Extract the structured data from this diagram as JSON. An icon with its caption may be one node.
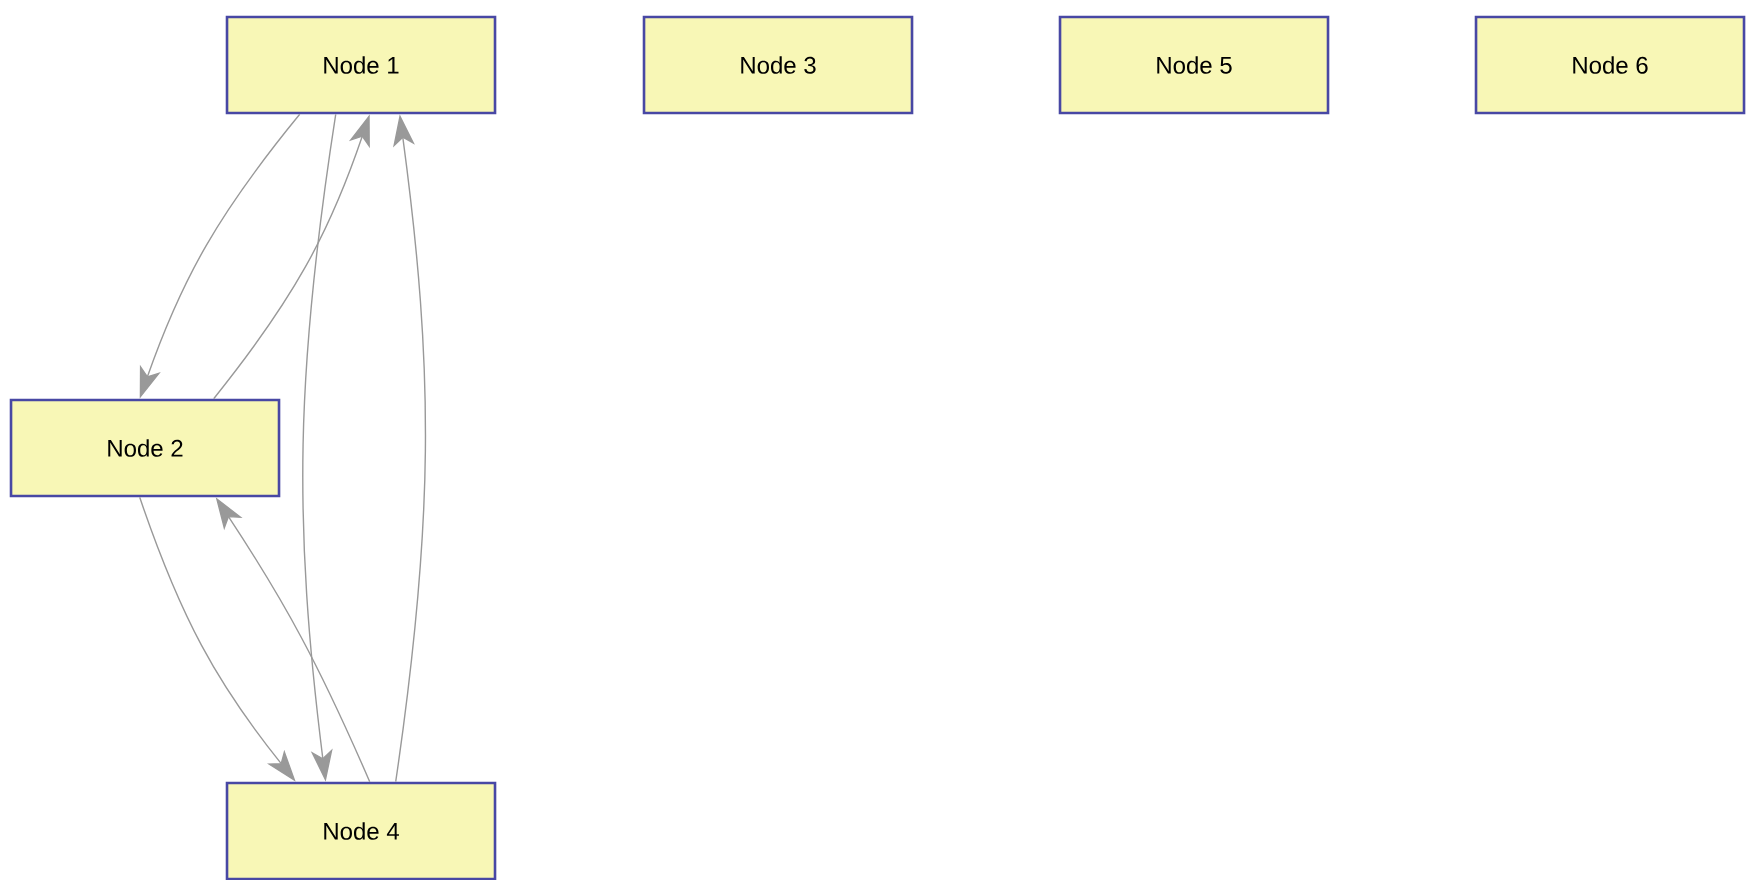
{
  "diagram": {
    "nodes": [
      {
        "text": [
          "Node 1"
        ]
      },
      {
        "text": [
          "Node 2"
        ]
      },
      {
        "text": [
          "Node 3"
        ]
      },
      {
        "text": [
          "Node 4"
        ]
      },
      {
        "text": [
          "Node 5"
        ]
      },
      {
        "text": [
          "Node 6"
        ]
      }
    ],
    "edges": [
      {
        "from": 0,
        "to": 1,
        "arrow": "to"
      },
      {
        "from": 1,
        "to": 0,
        "arrow": "to"
      },
      {
        "from": 0,
        "to": 3,
        "arrow": "to"
      },
      {
        "from": 3,
        "to": 0,
        "arrow": "to"
      },
      {
        "from": 1,
        "to": 3,
        "arrow": "to"
      },
      {
        "from": 3,
        "to": 1,
        "arrow": "to"
      }
    ]
  }
}
